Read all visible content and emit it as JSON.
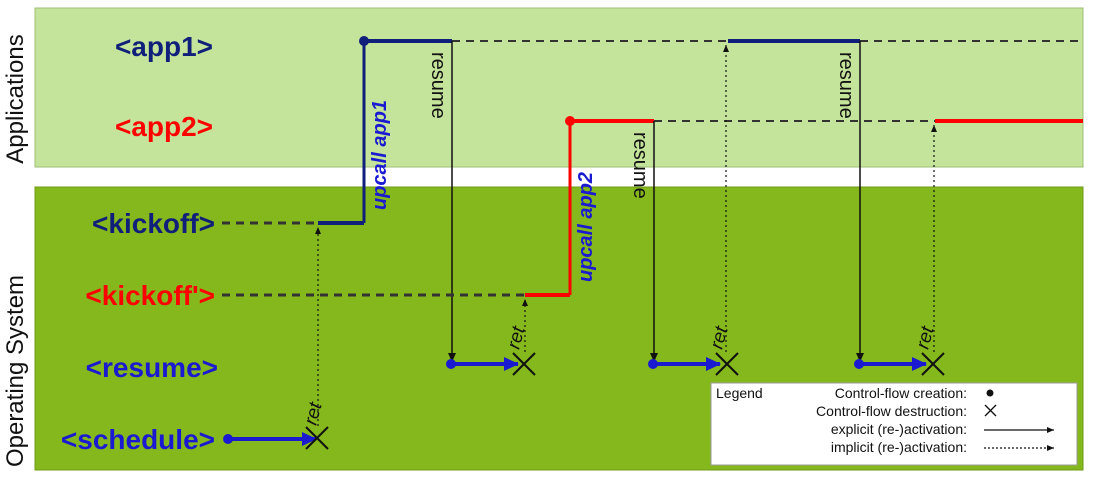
{
  "bands": {
    "applications": "Applications",
    "operating_system": "Operating System"
  },
  "rows": {
    "app1": {
      "label": "<app1>",
      "color": "#0f1f7a"
    },
    "app2": {
      "label": "<app2>",
      "color": "#ff0000"
    },
    "kickoff": {
      "label": "<kickoff>",
      "color": "#0f1f7a"
    },
    "kickoff_prime": {
      "label": "<kickoff'>",
      "color": "#ff0000"
    },
    "resume": {
      "label": "<resume>",
      "color": "#1a1ad0"
    },
    "schedule": {
      "label": "<schedule>",
      "color": "#1a1ad0"
    }
  },
  "annotations": {
    "upcall_app1": "upcall app1",
    "upcall_app2": "upcall app2",
    "resume": "resume",
    "ret": "ret"
  },
  "legend": {
    "title": "Legend",
    "items": [
      {
        "label": "Control-flow creation:",
        "symbol": "dot"
      },
      {
        "label": "Control-flow destruction:",
        "symbol": "cross"
      },
      {
        "label": "explicit (re-)activation:",
        "symbol": "solid-arrow"
      },
      {
        "label": "implicit (re-)activation:",
        "symbol": "dotted-arrow"
      }
    ]
  },
  "colors": {
    "applications_band": "#c5e49b",
    "os_band": "#85b81c",
    "dark_blue": "#0f1f7a",
    "red": "#ff0000",
    "blue": "#1a1ad0"
  }
}
